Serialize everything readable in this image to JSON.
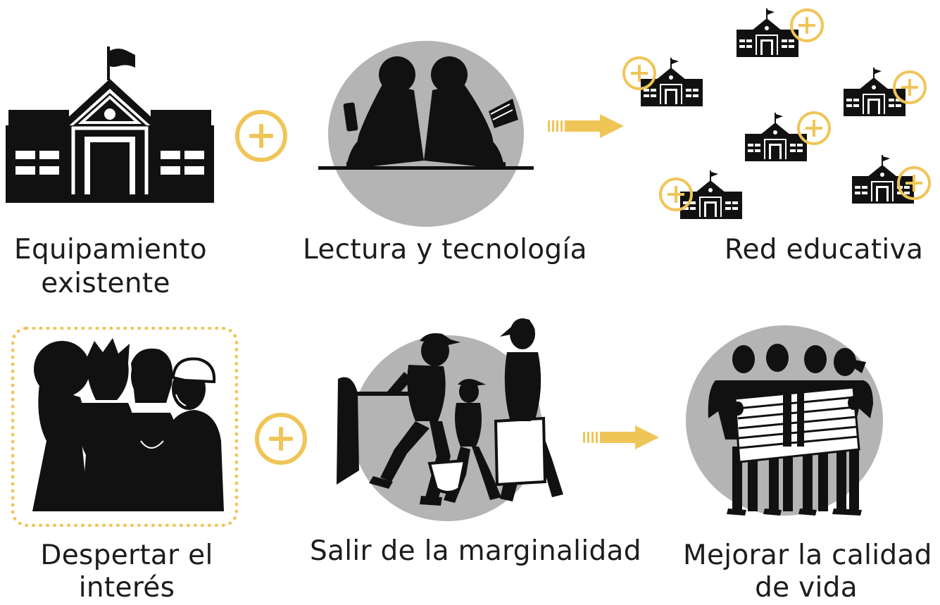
{
  "colors": {
    "accent": "#f0c558",
    "silhouette": "#111111",
    "disc": "#b4b4b4",
    "text": "#1c1c1c"
  },
  "nodes": {
    "equipamiento": {
      "label_line1": "Equipamiento",
      "label_line2": "existente",
      "icon": "school-icon"
    },
    "lectura": {
      "label": "Lectura y tecnología",
      "icon": "readers-icon"
    },
    "red": {
      "label": "Red educativa",
      "icon": "school-network-icon"
    },
    "despertar": {
      "label_line1": "Despertar el",
      "label_line2": "interés",
      "icon": "youth-group-icon"
    },
    "salir": {
      "label": "Salir de la marginalidad",
      "icon": "walking-people-icon"
    },
    "mejorar": {
      "label_line1": "Mejorar la calidad",
      "label_line2": "de vida",
      "icon": "holding-sign-icon"
    }
  },
  "operators": {
    "row1_plus": "plus-icon",
    "row1_arrow": "arrow-right-icon",
    "row2_plus": "plus-icon",
    "row2_arrow": "arrow-right-icon"
  }
}
